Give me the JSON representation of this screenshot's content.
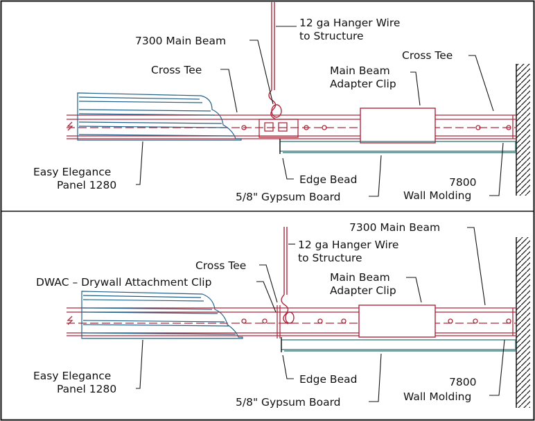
{
  "colors": {
    "frame": "#111111",
    "steel": "#b0253a",
    "panel": "#1f5f86",
    "board": "#1e6b6b",
    "leader": "#111111",
    "text": "#111111"
  },
  "top": {
    "hanger_wire": [
      "12 ga Hanger Wire",
      "to Structure"
    ],
    "main_beam": "7300 Main Beam",
    "cross_tee_left": "Cross Tee",
    "cross_tee_right": "Cross Tee",
    "adapter_clip": [
      "Main Beam",
      "Adapter Clip"
    ],
    "panel": [
      "Easy Elegance",
      "Panel 1280"
    ],
    "edge_bead": "Edge Bead",
    "gypsum": "5/8\" Gypsum Board",
    "wall_molding": [
      "7800",
      "Wall Molding"
    ]
  },
  "bottom": {
    "main_beam": "7300 Main Beam",
    "hanger_wire": [
      "12 ga Hanger Wire",
      "to Structure"
    ],
    "cross_tee": "Cross Tee",
    "dwac": "DWAC – Drywall Attachment Clip",
    "adapter_clip": [
      "Main Beam",
      "Adapter Clip"
    ],
    "panel": [
      "Easy Elegance",
      "Panel 1280"
    ],
    "edge_bead": "Edge Bead",
    "gypsum": "5/8\" Gypsum Board",
    "wall_molding": [
      "7800",
      "Wall Molding"
    ]
  }
}
